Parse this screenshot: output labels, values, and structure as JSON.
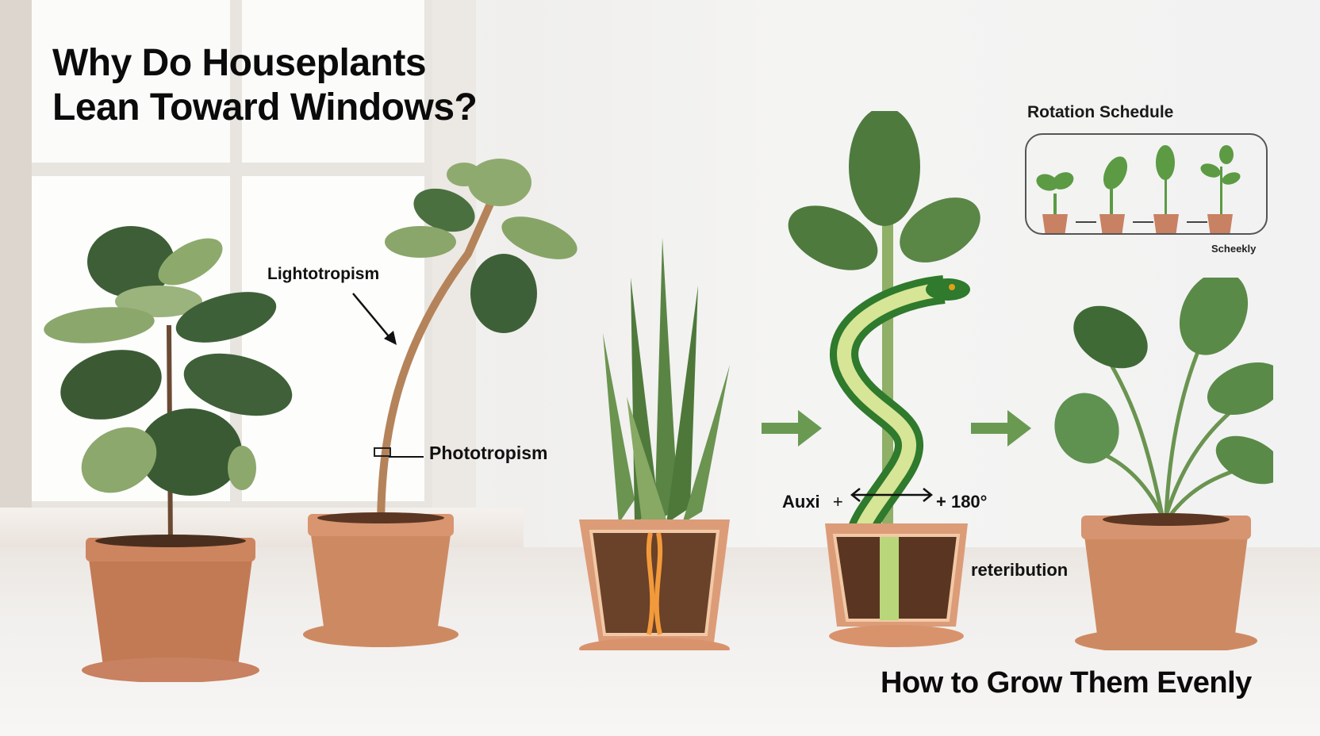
{
  "title": {
    "line1": "Why Do Houseplants",
    "line2": "Lean Toward Windows?"
  },
  "labels": {
    "lightotropism": "Lightotropism",
    "phototropism": "Phototropism",
    "auxin": "Auxi",
    "auxin_sign": "+",
    "rotation_degrees": "+ 180°",
    "redistribution": "reteribution",
    "weekly": "Scheekly"
  },
  "rotation_schedule": {
    "title": "Rotation Schedule",
    "steps": [
      "seedling-two-leaves",
      "seedling-one-leaf-tilted",
      "seedling-upright-leaf",
      "seedling-multi-leaf"
    ]
  },
  "bottom_title": "How to Grow Them Evenly",
  "plants": [
    {
      "name": "rubber-plant-by-window",
      "pot_color": "#c27a55"
    },
    {
      "name": "leaning-plant",
      "pot_color": "#cd8a62"
    },
    {
      "name": "snake-plant-cutaway",
      "pot_color": "#dc9c78"
    },
    {
      "name": "plant-with-snake-cutaway",
      "pot_color": "#dc9c78"
    },
    {
      "name": "evenly-grown-plant",
      "pot_color": "#cd8a62"
    }
  ],
  "colors": {
    "leaf_dark": "#3f6b3a",
    "leaf_light": "#7ea35e",
    "arrow_green": "#6a9a52",
    "pot": "#c98160",
    "soil": "#5b3623"
  }
}
